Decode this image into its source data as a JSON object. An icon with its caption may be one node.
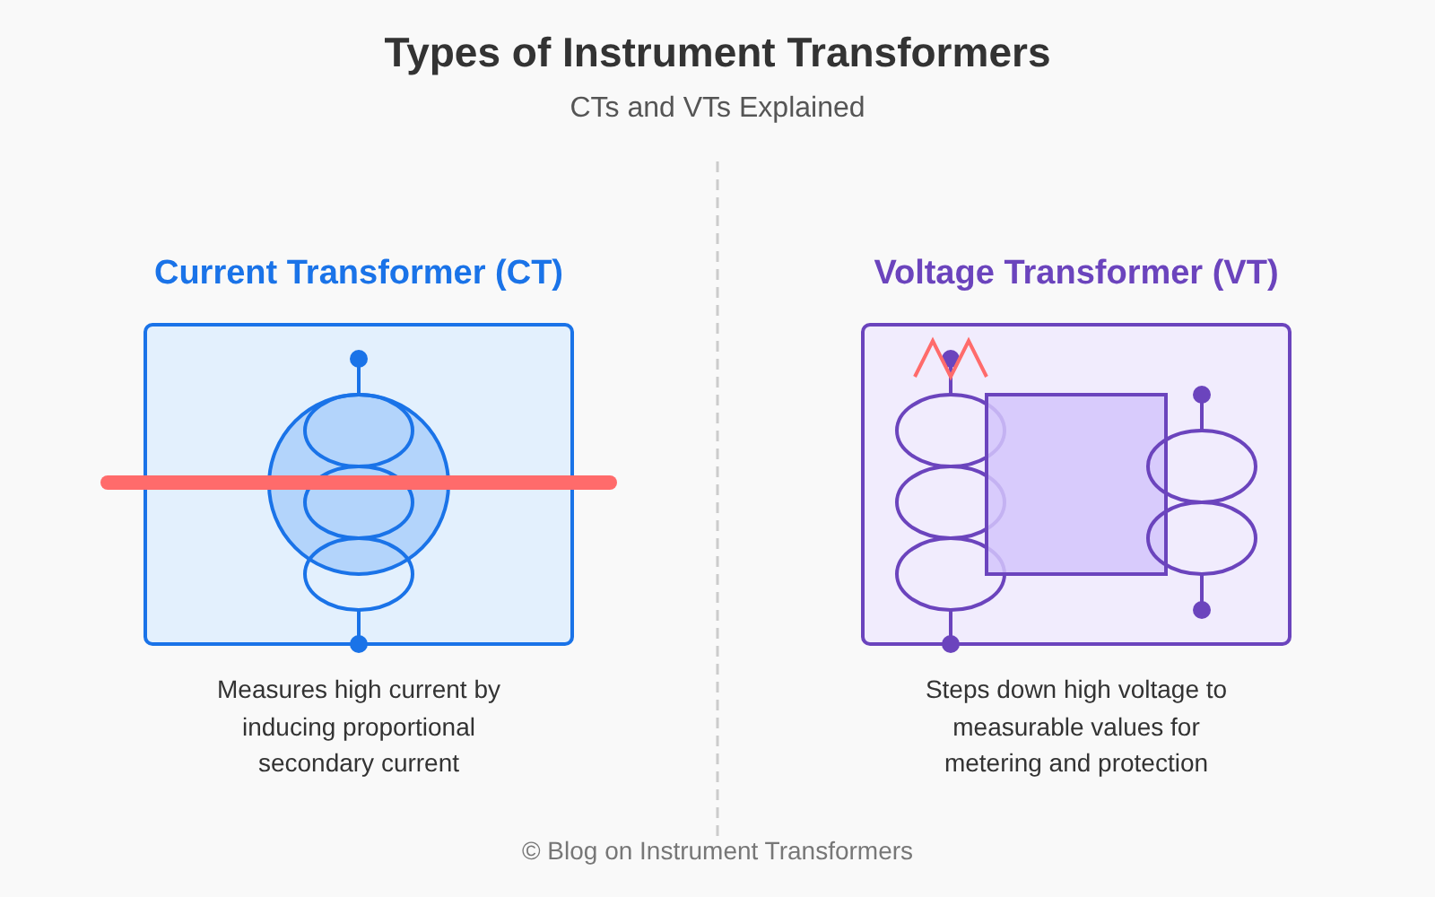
{
  "diagram": {
    "title": "Types of Instrument Transformers",
    "caption": "© Blog on Instrument Transformers",
    "nodes": [
      {
        "text": [
          "Current Transformer (CT)"
        ],
        "beside": [
          "Measures high current by inducing proportional secondary current"
        ]
      },
      {
        "text": [
          "Voltage Transformer (VT)"
        ],
        "beside": [
          "Steps down high voltage to measurable values for metering and protection"
        ]
      }
    ],
    "labels": [
      "CTs and VTs Explained"
    ]
  }
}
